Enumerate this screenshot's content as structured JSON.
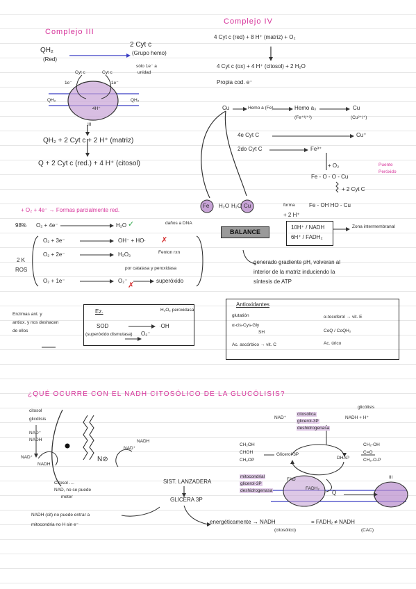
{
  "tl": {
    "title": "Complejo III",
    "qh2": "QH₂",
    "rox": "(Red)",
    "cyt": "2 Cyt c",
    "cyt_sub": "(Grupo hemo)",
    "cap": "sólo 1e⁻ a",
    "cap2": "unidad",
    "cytc_l": "Cyt c",
    "cytc_r": "Cyt c",
    "e_l": "1e⁻",
    "e_r": "1e⁻",
    "qh2_m": "QH₂",
    "q_m": "QH₂",
    "e4": "4H⁺",
    "roman": "III",
    "eq1": "QH₂ + 2 Cyt c + 2 H⁺ (matriz)",
    "eq2": "Q + 2 Cyt c (red.) + 4 H⁺ (citosol)"
  },
  "tr": {
    "title": "Complejo IV",
    "eq1": "4 Cyt c (red) + 8 H⁺ (matriz) + O₂",
    "eq2": "4 Cyt c (ox) + 4 H⁺ (citosol) + 2 H₂O",
    "note": "Propia cod. e⁻",
    "cu": "Cu",
    "hemo": "Hemo a (Fe)",
    "hemo3": "Hemo a₃",
    "ox": "(Fe⁺³/⁺²)",
    "cu2": "Cu",
    "cu2b": "(Cu²⁺/⁺)",
    "r1": "4e Cyt C",
    "r1b": "Cu⁺",
    "r2": "2do Cyt C",
    "fe": "Fe³⁺",
    "puente": "Puente",
    "peroxido": "Peróxido",
    "plus02": "+ O₂",
    "chain": "Fe - O - O - Cu",
    "plus2": "+ 2 Cyt C",
    "plus2h": "+ 2 H⁺",
    "bottom": "Fe - OH   HO - Cu",
    "c1": "Fe",
    "c2": "H₂O",
    "c3": "H₂O",
    "c4": "Cu",
    "forma": "forma"
  },
  "mid": {
    "title": "+ O₂ + 4e⁻ → Formas parcialmente red.",
    "l1a": "98%",
    "l1b": "O₂ + 4e⁻",
    "l1c": "H₂O",
    "l1d": "daños a DNA",
    "r1a": "O₂ + 3e⁻",
    "r1b": "OH⁻ + HO·",
    "r2a": "O₂ + 2e⁻",
    "r2b": "H₂O₂",
    "r2c": "Fenton rxn",
    "r2d": "por catalasa y peroxidasa",
    "r3a": "O₂ + 1e⁻",
    "r3b": "O₂⁻",
    "r3c": "superóxido",
    "rk": "2 K",
    "ros": "ROS",
    "bal": "BALANCE",
    "b1": "10H⁺ / NADH",
    "b2": "6H⁺ / FADH₂",
    "zona": "Zona intermembranal",
    "grad": "generado gradiente pH, volveran al",
    "grad2": "interior de la matriz induciendo la",
    "grad3": "síntesis de ATP"
  },
  "enz": {
    "left1": "Enzimas ant. y",
    "left2": "antiox. y nos deshacen",
    "left3": "de ellos",
    "ez": "Ez.",
    "sod": "SOD",
    "sod2": "(superóxido dismutasa)",
    "o2": "O₂⁻",
    "o2b": "·OH",
    "h2o2": "H₂O₂ peroxidasa",
    "anti": "Antioxidantes",
    "a1": "glutatión",
    "a2": "α-cis-Cys-Gly",
    "a2b": "SH",
    "a3": "Ac. ascórbico → vit. C",
    "a4": "α-tocoferol → vit. E",
    "a5": "CoQ / CoQH₂",
    "a6": "Ac. úrico"
  },
  "bot": {
    "title": "¿QUÉ OCURRE CON EL NADH CITOSÓLICO DE LA GLUCÓLISIS?",
    "citosol": "citosol",
    "glic": "glicólisis",
    "nadp": "NAD⁺",
    "nadh": "NADH",
    "nad2": "NAD⁺",
    "nadh2": "NADH",
    "nad3": "NAD⁺",
    "nadh3": "NADH",
    "note1": "Citosol ....",
    "note2": "NAD, no se puede",
    "note3": "meter",
    "cyt2": "NADH (cit) no puede entrar a",
    "cyt3": "mitocondria no H sin e⁻",
    "sist": "SIST. LANZADERA",
    "g3p": "GLICERA 3P",
    "glic2": "glicólisis",
    "citos": "citosólica",
    "glicer": "glicerol-3P",
    "deshid": "deshidrogenasa",
    "nadp2": "NAD⁺",
    "nadhh": "NADH + H⁺",
    "ch": "CH₂OH",
    "choh": "CHOH",
    "chop": "CH₂OP",
    "gl3": "Glicerol-3P",
    "dhap": "DHAP",
    "r1": "CH₂-OH",
    "r2": "C=O",
    "r3": "CH₂-O-P",
    "mit": "mitocondrial",
    "mit2": "glicerol-3P",
    "mit3": "deshidrogenasa",
    "fad": "FAD",
    "fadh": "FADH₂",
    "q": "Q",
    "iii": "III",
    "energ": "energéticamente → NADH",
    "energ2": "(citosólico)",
    "eq": "= FADH₂ ≠ NADH",
    "eq2": "(CAC)"
  }
}
